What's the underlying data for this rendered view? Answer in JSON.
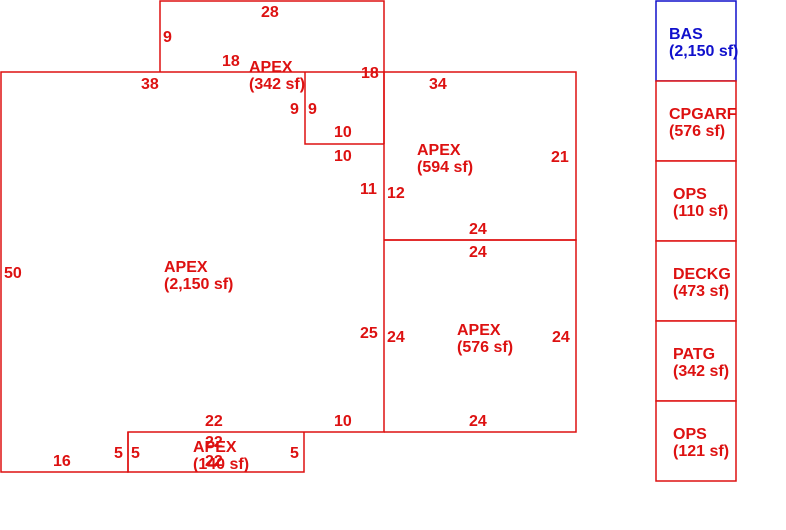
{
  "colors": {
    "outline": "#dd1111",
    "selected": "#1111cc"
  },
  "areas": [
    {
      "name": "APEX",
      "size": "(342 sf)"
    },
    {
      "name": "APEX",
      "size": "(594 sf)"
    },
    {
      "name": "APEX",
      "size": "(2,150 sf)"
    },
    {
      "name": "APEX",
      "size": "(576 sf)"
    },
    {
      "name": "APEX",
      "size": "(140 sf)"
    }
  ],
  "dimensions": [
    "28",
    "9",
    "18",
    "18",
    "38",
    "34",
    "9",
    "9",
    "10",
    "10",
    "21",
    "11",
    "12",
    "24",
    "24",
    "50",
    "25",
    "24",
    "24",
    "22",
    "10",
    "24",
    "22",
    "22",
    "16",
    "5",
    "5",
    "5"
  ],
  "legend": [
    {
      "code": "BAS",
      "size": "(2,150 sf)",
      "selected": true
    },
    {
      "code": "CPGARF",
      "size": "(576 sf)",
      "selected": false
    },
    {
      "code": "OPS",
      "size": "(110 sf)",
      "selected": false
    },
    {
      "code": "DECKG",
      "size": "(473 sf)",
      "selected": false
    },
    {
      "code": "PATG",
      "size": "(342 sf)",
      "selected": false
    },
    {
      "code": "OPS",
      "size": "(121 sf)",
      "selected": false
    }
  ]
}
